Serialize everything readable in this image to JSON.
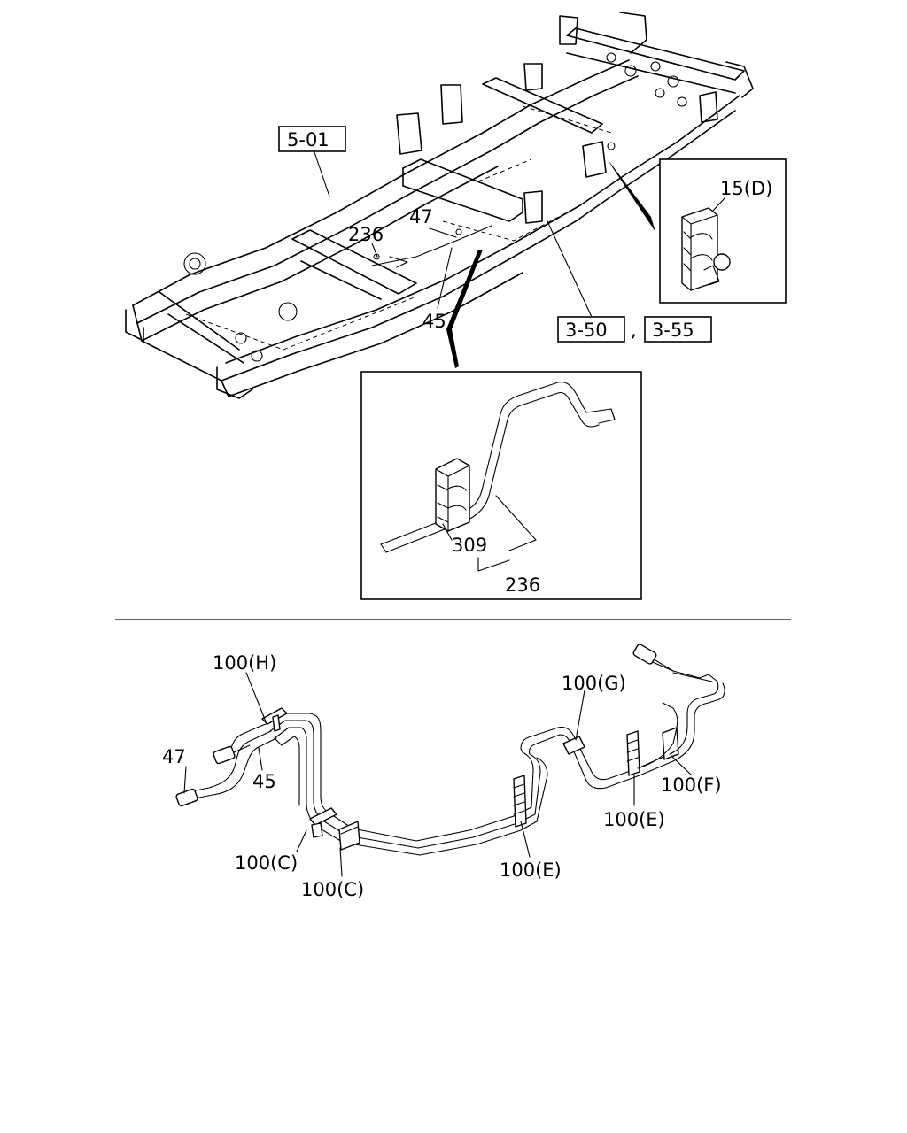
{
  "labels": {
    "ref_5_01": "5-01",
    "ref_3_50": "3-50",
    "ref_3_55": "3-55",
    "ref_sep": ",",
    "top_236": "236",
    "top_47": "47",
    "top_45": "45",
    "inset_15d": "15(D)",
    "inset_309": "309",
    "inset_236": "236",
    "p_100h": "100(H)",
    "p_47": "47",
    "p_45": "45",
    "p_100c_a": "100(C)",
    "p_100c_b": "100(C)",
    "p_100e_a": "100(E)",
    "p_100e_b": "100(E)",
    "p_100g": "100(G)",
    "p_100f": "100(F)"
  },
  "colors": {
    "line": "#000000",
    "background": "#ffffff"
  }
}
